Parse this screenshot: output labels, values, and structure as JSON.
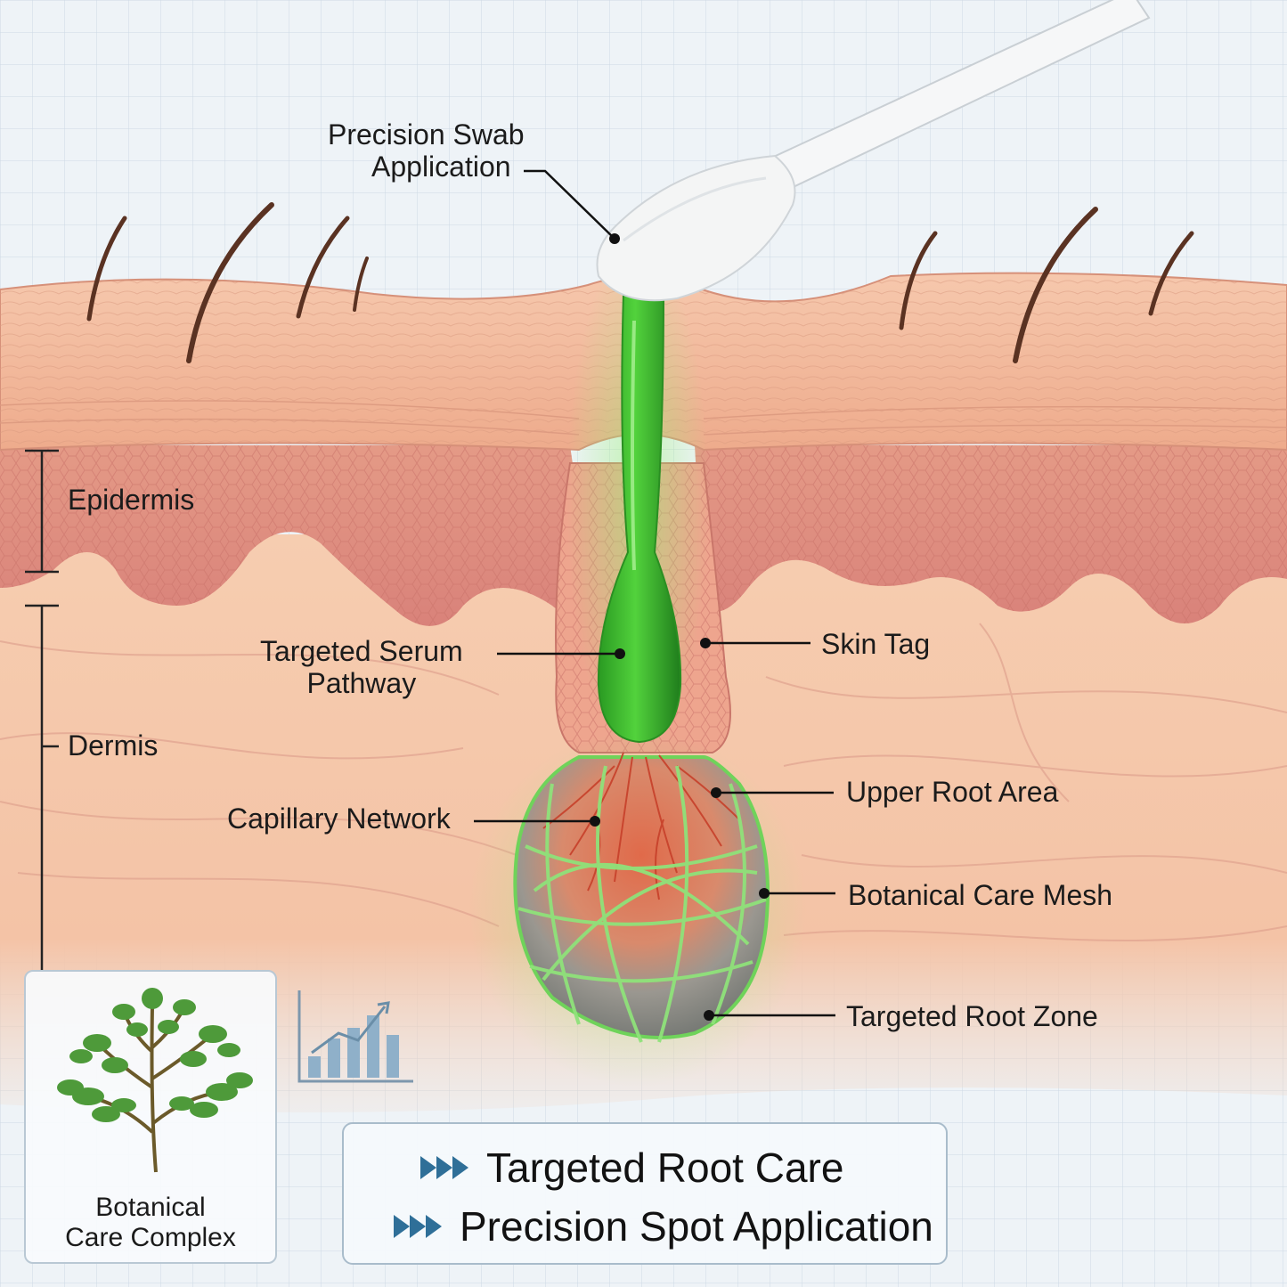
{
  "labels": {
    "swab_line1": "Precision Swab",
    "swab_line2": "Application",
    "epidermis": "Epidermis",
    "dermis": "Dermis",
    "serum_line1": "Targeted Serum",
    "serum_line2": "Pathway",
    "skin_tag": "Skin Tag",
    "capillary": "Capillary Network",
    "upper_root": "Upper Root Area",
    "mesh": "Botanical Care Mesh",
    "root_zone": "Targeted Root Zone"
  },
  "botanical_box": {
    "line1": "Botanical",
    "line2": "Care Complex",
    "icon": "fern-sprig-icon"
  },
  "growth_icon": "bar-chart-growth-icon",
  "banner": {
    "line1": "Targeted Root Care",
    "line2": "Precision Spot Application",
    "bullet_icon": "double-chevron-icon"
  },
  "colors": {
    "background": "#eef3f7",
    "grid": "#c9d7e3",
    "skin_surface": "#f0b89a",
    "epidermis": "#e5988a",
    "dermis": "#f5c8ab",
    "serum_green": "#3fbf2f",
    "mesh_green": "#8fe07a",
    "capillary_red": "#d8563c",
    "root_gray": "#8c8f8c",
    "banner_chevron": "#2f6f98"
  }
}
